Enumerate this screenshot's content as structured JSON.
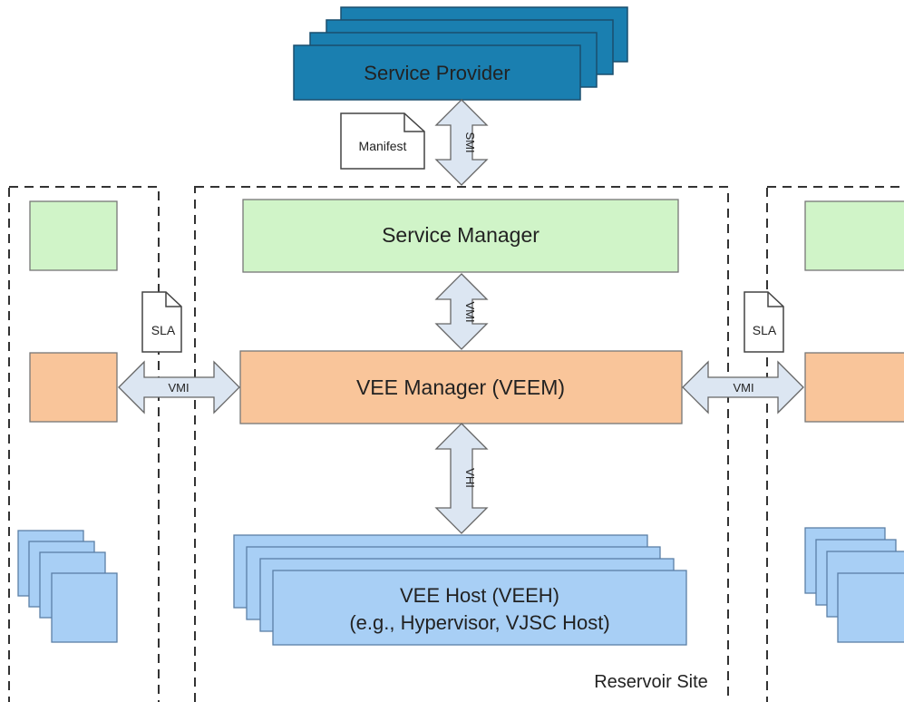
{
  "service_provider": {
    "label": "Service Provider"
  },
  "manifest": {
    "label": "Manifest"
  },
  "smi": {
    "label": "SMI"
  },
  "service_manager": {
    "label": "Service Manager"
  },
  "vmi_vertical": {
    "label": "VMI"
  },
  "veem": {
    "label": "VEE Manager (VEEM)"
  },
  "vhi": {
    "label": "VHI"
  },
  "vee_host": {
    "line1": "VEE Host (VEEH)",
    "line2": "(e.g., Hypervisor, VJSC Host)"
  },
  "sla_left": {
    "label": "SLA"
  },
  "sla_right": {
    "label": "SLA"
  },
  "vmi_left": {
    "label": "VMI"
  },
  "vmi_right": {
    "label": "VMI"
  },
  "site_label": {
    "label": "Reservoir Site"
  },
  "colors": {
    "provider": "#1a7fb0",
    "manager_green": "#d0f4c8",
    "veem_orange": "#f9c59a",
    "host_blue": "#a8cff5",
    "arrow": "#dce6f2"
  }
}
